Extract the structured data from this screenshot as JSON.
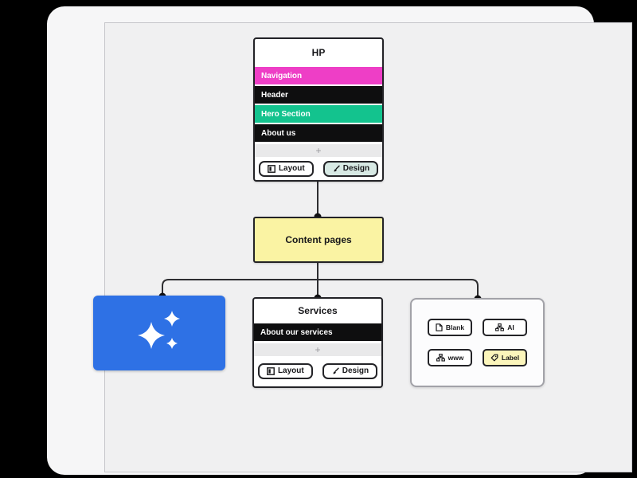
{
  "colors": {
    "magenta": "#ee3ec6",
    "black_row": "#0e0e0f",
    "green": "#13c38e",
    "yellow_node": "#faf3a3",
    "blue_card": "#2e71e5",
    "design_highlight": "#d7e9e4",
    "label_highlight": "#fbf5bb"
  },
  "nodes": {
    "hp": {
      "title": "HP",
      "sections": [
        {
          "label": "Navigation",
          "color": "#ee3ec6"
        },
        {
          "label": "Header",
          "color": "#0e0e0f"
        },
        {
          "label": "Hero Section",
          "color": "#13c38e"
        },
        {
          "label": "About us",
          "color": "#0e0e0f"
        }
      ],
      "add_label": "+",
      "layout_button": "Layout",
      "design_button": "Design"
    },
    "content_pages": {
      "title": "Content pages",
      "color": "#faf3a3"
    },
    "ai_card": {
      "icon": "sparkles-icon",
      "color": "#2e71e5"
    },
    "services": {
      "title": "Services",
      "sections": [
        {
          "label": "About our services",
          "color": "#0e0e0f"
        }
      ],
      "add_label": "+",
      "layout_button": "Layout",
      "design_button": "Design"
    },
    "add_page_menu": {
      "options": [
        {
          "label": "Blank",
          "icon": "file-icon"
        },
        {
          "label": "AI",
          "icon": "sitemap-icon"
        },
        {
          "label": "www",
          "icon": "sitemap-icon"
        },
        {
          "label": "Label",
          "icon": "tag-icon",
          "color": "#fbf5bb"
        }
      ]
    }
  }
}
